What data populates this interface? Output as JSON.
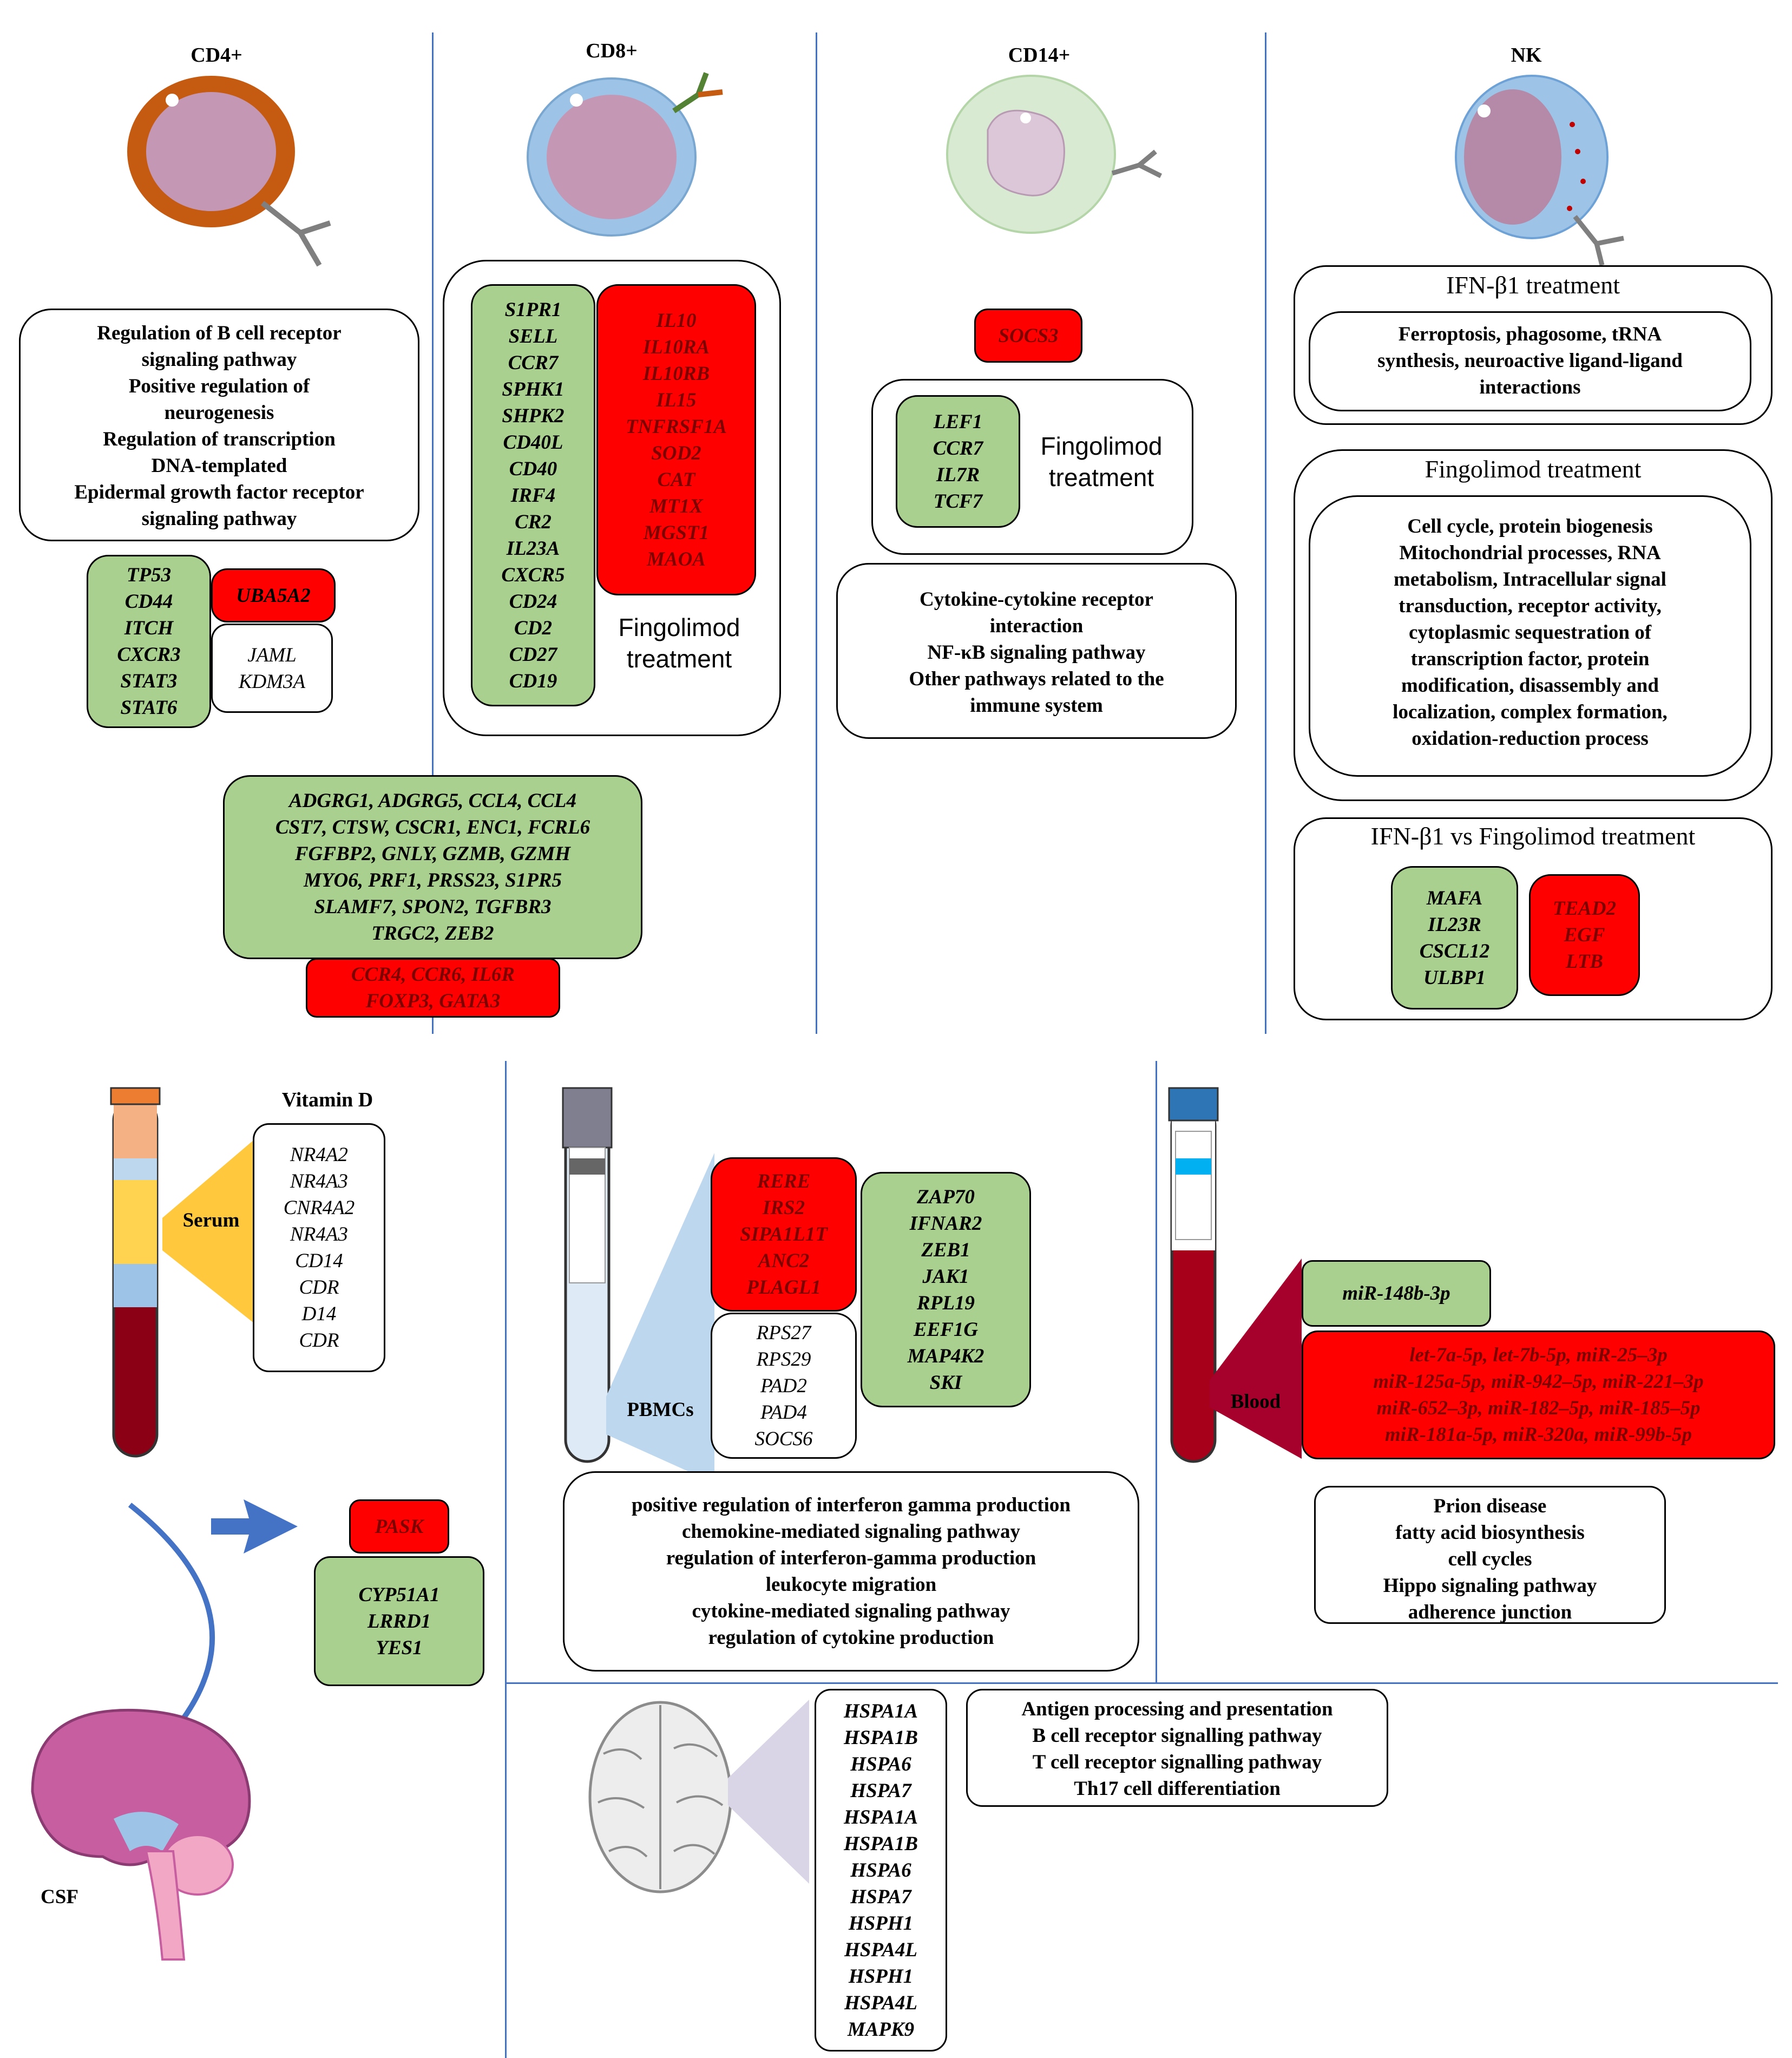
{
  "cd4": {
    "title": "CD4+",
    "pathways": [
      "Regulation of B cell receptor",
      "signaling pathway",
      "Positive regulation of",
      "neurogenesis",
      "Regulation of transcription",
      "DNA-templated",
      "Epidermal growth factor receptor",
      "signaling pathway"
    ],
    "up_genes": [
      "TP53",
      "CD44",
      "ITCH",
      "CXCR3",
      "STAT3",
      "STAT6"
    ],
    "down_gene": "UBA5A2",
    "other_genes": [
      "JAML",
      "KDM3A"
    ]
  },
  "cd8": {
    "title": "CD8+",
    "up_genes": [
      "S1PR1",
      "SELL",
      "CCR7",
      "SPHK1",
      "SHPK2",
      "CD40L",
      "CD40",
      "IRF4",
      "CR2",
      "IL23A",
      "CXCR5",
      "CD24",
      "CD2",
      "CD27",
      "CD19"
    ],
    "down_genes": [
      "IL10",
      "IL10RA",
      "IL10RB",
      "IL15",
      "TNFRSF1A",
      "SOD2",
      "CAT",
      "MT1X",
      "MGST1",
      "MAOA"
    ],
    "treatment": [
      "Fingolimod",
      "treatment"
    ]
  },
  "shared": {
    "up_genes": [
      "ADGRG1, ADGRG5, CCL4, CCL4",
      "CST7, CTSW, CSCR1, ENC1, FCRL6",
      "FGFBP2, GNLY, GZMB, GZMH",
      "MYO6, PRF1, PRSS23, S1PR5",
      "SLAMF7, SPON2, TGFBR3",
      "TRGC2, ZEB2"
    ],
    "down_genes": [
      "CCR4, CCR6, IL6R",
      "FOXP3, GATA3"
    ]
  },
  "cd14": {
    "title": "CD14+",
    "down_gene": "SOCS3",
    "up_genes": [
      "LEF1",
      "CCR7",
      "IL7R",
      "TCF7"
    ],
    "treatment": [
      "Fingolimod",
      "treatment"
    ],
    "pathways": [
      "Cytokine-cytokine receptor",
      "interaction",
      "NF-κB signaling pathway",
      "Other pathways related to the",
      "immune system"
    ]
  },
  "nk": {
    "title": "NK",
    "ifn_title": "IFN-β1 treatment",
    "ifn_pathways": [
      "Ferroptosis, phagosome, tRNA",
      "synthesis, neuroactive ligand-ligand",
      "interactions"
    ],
    "fingo_title": "Fingolimod treatment",
    "fingo_pathways": [
      "Cell cycle, protein biogenesis",
      "Mitochondrial processes, RNA",
      "metabolism, Intracellular signal",
      "transduction, receptor activity,",
      "cytoplasmic sequestration of",
      "transcription factor, protein",
      "modification, disassembly and",
      "localization, complex formation,",
      "oxidation-reduction process"
    ],
    "vs_title": "IFN-β1 vs Fingolimod treatment",
    "vs_up": [
      "MAFA",
      "IL23R",
      "CSCL12",
      "ULBP1"
    ],
    "vs_down": [
      "TEAD2",
      "EGF",
      "LTB"
    ]
  },
  "serum": {
    "title": "Vitamin D",
    "label": "Serum",
    "genes": [
      "NR4A2",
      "NR4A3",
      "CNR4A2",
      "NR4A3",
      "CD14",
      "CDR",
      "D14",
      "CDR"
    ]
  },
  "csf": {
    "label": "CSF",
    "down_gene": "PASK",
    "up_genes": [
      "CYP51A1",
      "LRRD1",
      "YES1"
    ]
  },
  "pbmc": {
    "label": "PBMCs",
    "down_genes": [
      "RERE",
      "IRS2",
      "SIPA1L1T",
      "ANC2",
      "PLAGL1"
    ],
    "other_genes": [
      "RPS27",
      "RPS29",
      "PAD2",
      "PAD4",
      "SOCS6"
    ],
    "up_genes": [
      "ZAP70",
      "IFNAR2",
      "ZEB1",
      "JAK1",
      "RPL19",
      "EEF1G",
      "MAP4K2",
      "SKI"
    ],
    "pathways": [
      "positive regulation of interferon gamma production",
      "chemokine-mediated signaling pathway",
      "regulation of interferon-gamma production",
      "leukocyte migration",
      "cytokine-mediated signaling pathway",
      "regulation of cytokine production"
    ]
  },
  "blood": {
    "label": "Blood",
    "up_mirna": "miR-148b-3p",
    "down_mirnas": [
      "let-7a-5p, let-7b-5p, miR-25–3p",
      "miR-125a-5p, miR-942–5p, miR-221–3p",
      "miR-652–3p, miR-182–5p, miR-185–5p",
      "miR-181a-5p, miR-320a, miR-99b-5p"
    ],
    "pathways": [
      "Prion disease",
      "fatty acid biosynthesis",
      "cell cycles",
      "Hippo signaling pathway",
      "adherence junction"
    ]
  },
  "brain": {
    "genes": [
      "HSPA1A",
      "HSPA1B",
      "HSPA6",
      "HSPA7",
      "HSPA1A",
      "HSPA1B",
      "HSPA6",
      "HSPA7",
      "HSPH1",
      "HSPA4L",
      "HSPH1",
      "HSPA4L",
      "MAPK9"
    ],
    "pathways": [
      "Antigen processing and presentation",
      "B cell receptor signalling pathway",
      "T cell receptor signalling pathway",
      "Th17 cell differentiation"
    ]
  }
}
